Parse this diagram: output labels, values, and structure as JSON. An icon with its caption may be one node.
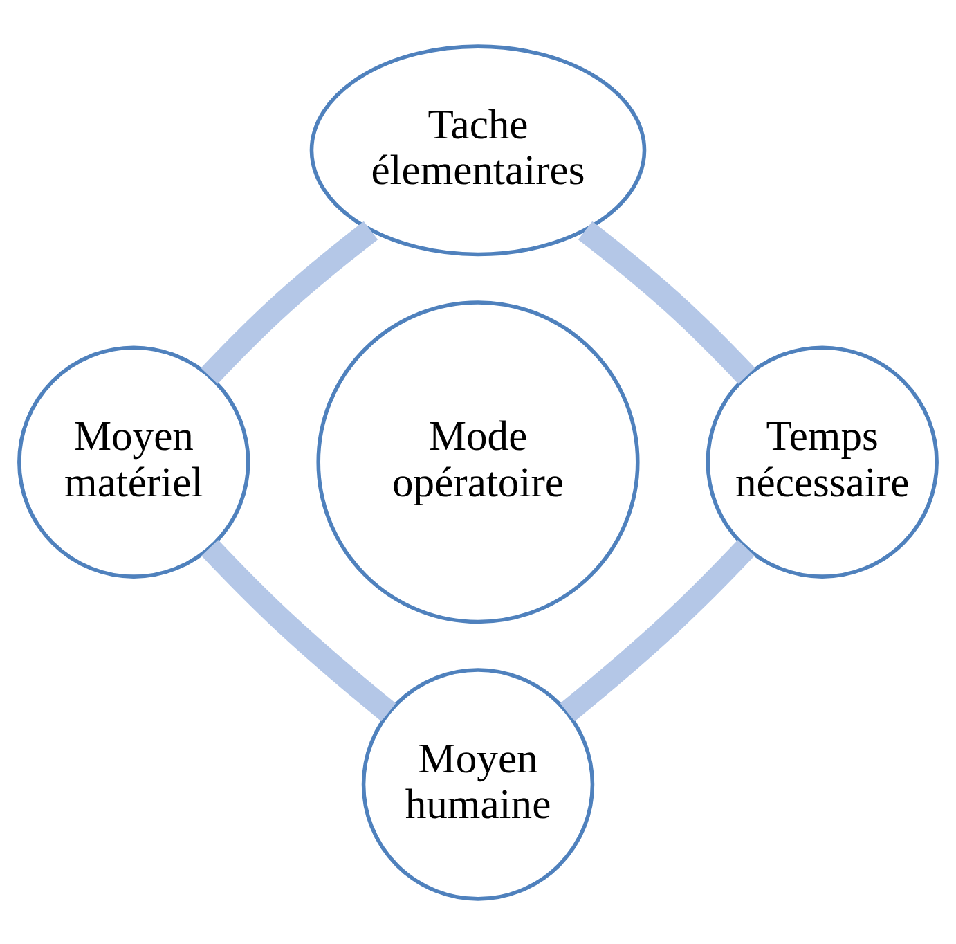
{
  "diagram": {
    "nodes": [
      {
        "text": [
          "Tache élementaires"
        ]
      },
      {
        "text": [
          "Moyen matériel"
        ]
      },
      {
        "text": [
          "Mode opératoire"
        ]
      },
      {
        "text": [
          "Temps nécessaire"
        ]
      },
      {
        "text": [
          "Moyen humaine"
        ]
      }
    ],
    "edges": [
      {
        "from": 0,
        "to": 3,
        "arrow": "none"
      },
      {
        "from": 3,
        "to": 4,
        "arrow": "none"
      },
      {
        "from": 4,
        "to": 1,
        "arrow": "none"
      },
      {
        "from": 1,
        "to": 0,
        "arrow": "none"
      }
    ]
  }
}
